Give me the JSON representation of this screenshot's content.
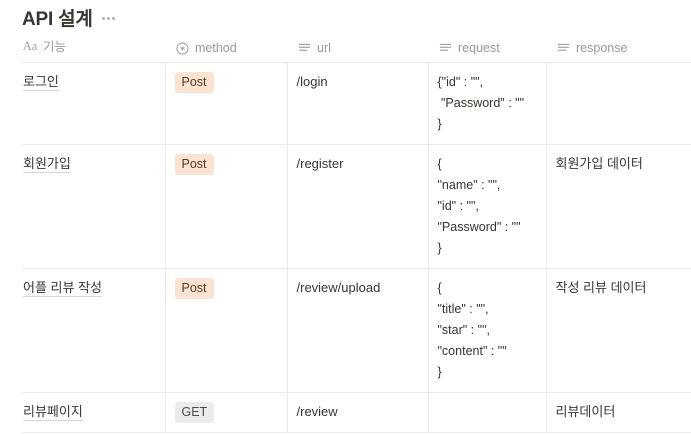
{
  "page": {
    "title": "API 설계",
    "menu_icon": "ellipsis-icon",
    "colors": {
      "text": "#37352f",
      "muted": "#9b9a97",
      "border": "#e9e9e7",
      "badge_post_bg": "#fae3d2",
      "badge_get_bg": "#ebebea"
    }
  },
  "table": {
    "columns": [
      {
        "label": "기능",
        "icon": "text-aa-icon",
        "key": "func"
      },
      {
        "label": "method",
        "icon": "select-circle-icon",
        "key": "method"
      },
      {
        "label": "url",
        "icon": "text-lines-icon",
        "key": "url"
      },
      {
        "label": "request",
        "icon": "text-lines-icon",
        "key": "request"
      },
      {
        "label": "response",
        "icon": "text-lines-icon",
        "key": "response"
      }
    ],
    "rows": [
      {
        "func": "로그인",
        "method": "Post",
        "method_style": "post",
        "url": "/login",
        "request": "{\"id\" : \"\",\n \"Password\" : \"\"\n}",
        "response": ""
      },
      {
        "func": "회원가입",
        "method": "Post",
        "method_style": "post",
        "url": "/register",
        "request": "{\n\"name\" : \"\",\n\"id\" : \"\",\n\"Password\" : \"\"\n}",
        "response": "회원가입 데이터"
      },
      {
        "func": "어플 리뷰 작성",
        "method": "Post",
        "method_style": "post",
        "url": "/review/upload",
        "request": "{\n\"title\" : \"\",\n\"star\" : \"\",\n\"content\" : \"\"\n}",
        "response": "작성 리뷰 데이터"
      },
      {
        "func": "리뷰페이지",
        "method": "GET",
        "method_style": "get",
        "url": "/review",
        "request": "",
        "response": "리뷰데이터"
      }
    ]
  }
}
